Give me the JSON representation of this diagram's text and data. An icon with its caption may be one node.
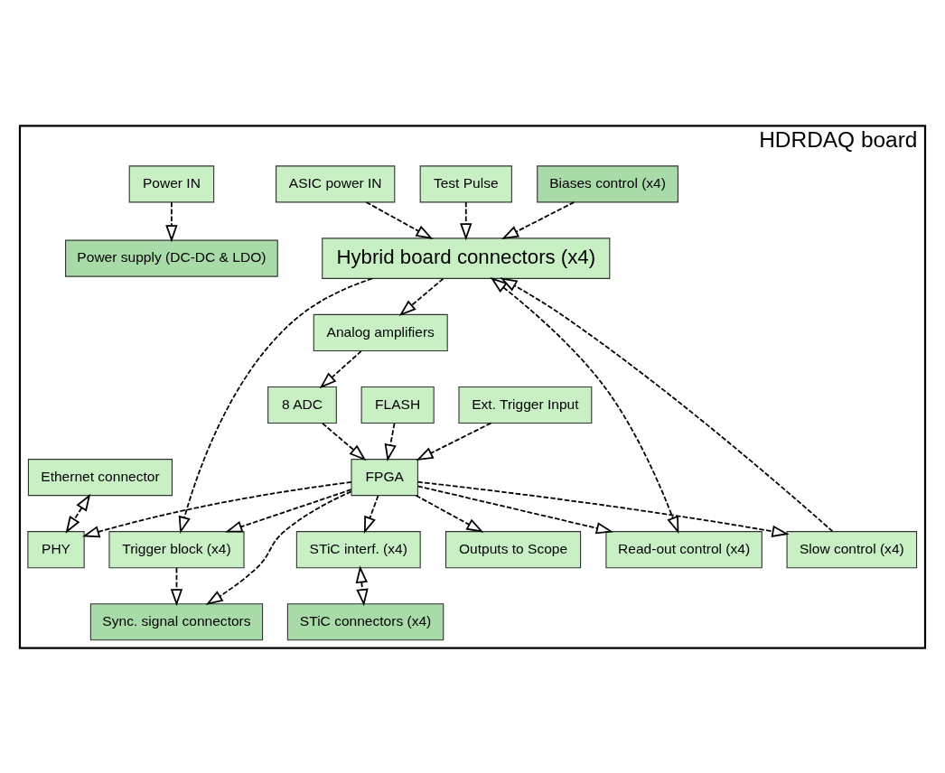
{
  "diagram": {
    "nodes": [
      {
        "text": [
          "HDRDAQ board"
        ]
      },
      {
        "text": [
          "Test Pulse"
        ],
        "in": 0
      },
      {
        "text": [
          "Hybrid board connectors (x4)"
        ],
        "in": 0
      },
      {
        "text": [
          "ASIC power IN"
        ],
        "in": 0
      },
      {
        "text": [
          "Trigger block (x4)"
        ],
        "in": 0
      },
      {
        "text": [
          "Analog amplifiers"
        ],
        "in": 0
      },
      {
        "text": [
          "Biases control (x4)"
        ],
        "in": 0
      },
      {
        "text": [
          "Sync. signal connectors"
        ],
        "in": 0
      },
      {
        "text": [
          "Read-out control (x4)"
        ],
        "in": 0
      },
      {
        "text": [
          "8 ADC"
        ],
        "in": 0
      },
      {
        "text": [
          "Slow control (x4)"
        ],
        "in": 0
      },
      {
        "text": [
          "STiC connectors (x4)"
        ],
        "in": 0
      },
      {
        "text": [
          "FPGA"
        ],
        "in": 0
      },
      {
        "text": [
          "Ext. Trigger Input"
        ],
        "in": 0
      },
      {
        "text": [
          "STiC interf. (x4)"
        ],
        "in": 0
      },
      {
        "text": [
          "Outputs to Scope"
        ],
        "in": 0
      },
      {
        "text": [
          "Ethernet connector"
        ],
        "in": 0
      },
      {
        "text": [
          "PHY"
        ],
        "in": 0
      },
      {
        "text": [
          "FLASH"
        ],
        "in": 0
      },
      {
        "text": [
          "Power supply (DC-DC & LDO)"
        ],
        "in": 0
      },
      {
        "text": [
          "Power IN"
        ],
        "in": 0
      }
    ],
    "edges": [
      {
        "from": 1,
        "to": 2,
        "arrow": "to"
      },
      {
        "from": 3,
        "to": 2,
        "arrow": "to"
      },
      {
        "from": 2,
        "to": 4,
        "arrow": "to"
      },
      {
        "from": 2,
        "to": 8,
        "arrow": "both"
      },
      {
        "from": 2,
        "to": 5,
        "arrow": "to"
      },
      {
        "from": 10,
        "to": 2,
        "arrow": "to"
      },
      {
        "from": 6,
        "to": 2,
        "arrow": "to"
      },
      {
        "from": 5,
        "to": 9,
        "arrow": "to"
      },
      {
        "from": 9,
        "to": 12,
        "arrow": "to"
      },
      {
        "from": 4,
        "to": 7,
        "arrow": "to"
      },
      {
        "from": 12,
        "to": 4,
        "arrow": "to"
      },
      {
        "from": 12,
        "to": 7,
        "arrow": "to"
      },
      {
        "from": 12,
        "to": 8,
        "arrow": "to"
      },
      {
        "from": 12,
        "to": 10,
        "arrow": "to"
      },
      {
        "from": 13,
        "to": 12,
        "arrow": "to"
      },
      {
        "from": 12,
        "to": 15,
        "arrow": "to"
      },
      {
        "from": 12,
        "to": 14,
        "arrow": "to"
      },
      {
        "from": 14,
        "to": 11,
        "arrow": "both"
      },
      {
        "from": 12,
        "to": 17,
        "arrow": "to"
      },
      {
        "from": 18,
        "to": 12,
        "arrow": "to"
      },
      {
        "from": 16,
        "to": 17,
        "arrow": "both"
      },
      {
        "from": 20,
        "to": 19,
        "arrow": "to"
      }
    ]
  }
}
